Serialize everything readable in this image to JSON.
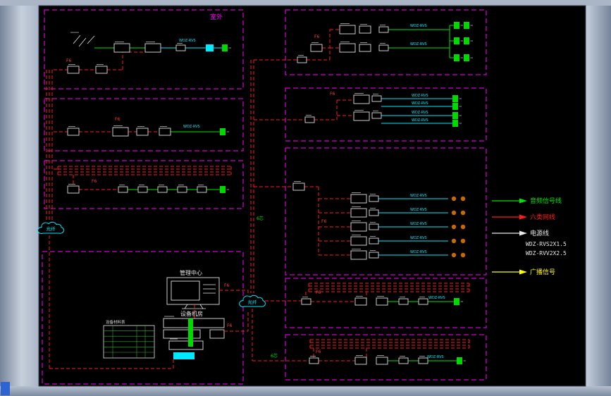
{
  "colors": {
    "canvas": "#000000",
    "frame": "#9fadc0",
    "zone_border": "#ff00ff",
    "wire_power_red": "#ff1a1a",
    "wire_audio_green": "#00e400",
    "wire_network_cyan": "#00eaff",
    "device_outline": "#e0e0e0",
    "speaker_fill": "#00d800",
    "ceiling_speaker_fill": "#c96a00",
    "accent_square": "#2e63d4"
  },
  "zones": {
    "outdoor": {
      "label": "室外"
    }
  },
  "facility": {
    "management_center": "管理中心",
    "equipment_room": "设备机房",
    "table_title": "设备材料表"
  },
  "fiber": {
    "label": "光纤"
  },
  "tags": {
    "floor": "F6",
    "cable": "WDZ-RVS",
    "core": "6芯"
  },
  "legend": {
    "items": [
      {
        "name": "audio-signal-line",
        "label": "音频信号线",
        "color": "#00e400"
      },
      {
        "name": "cat6-network-cable",
        "label": "六类网线",
        "color": "#ff1a1a"
      },
      {
        "name": "power-line",
        "label": "电源线",
        "color": "#e8e8e8"
      },
      {
        "name": "cable-spec-rvs",
        "label": "WDZ-RVS2X1.5",
        "color": "#e8e8e8"
      },
      {
        "name": "cable-spec-rvv",
        "label": "WDZ-RVV2X2.5",
        "color": "#e8e8e8"
      },
      {
        "name": "broadcast-signal",
        "label": "广播信号",
        "color": "#ffff00"
      }
    ]
  }
}
